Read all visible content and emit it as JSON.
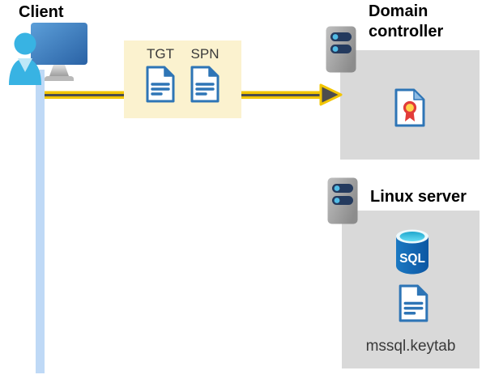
{
  "client": {
    "title": "Client"
  },
  "tickets": {
    "tgt_label": "TGT",
    "spn_label": "SPN"
  },
  "domain_controller": {
    "title": "Domain controller"
  },
  "linux_server": {
    "title": "Linux server",
    "sql_label": "SQL",
    "keytab_label": "mssql.keytab"
  },
  "icons": {
    "client": "client-workstation-icon",
    "ticket_documents": "document-icon",
    "domain_controller": "server-icon",
    "certificate": "certificate-icon",
    "linux_server": "server-icon",
    "database": "sql-database-icon",
    "arrow": "auth-request-arrow-icon"
  },
  "colors": {
    "ticket_box_bg": "#FBF2CF",
    "server_box_bg": "#D9D9D9",
    "arrow_yellow": "#F2C500",
    "arrow_dark": "#4D4D4D",
    "doc_blue": "#2E75B6",
    "line_blue": "#BFD9F6",
    "navy": "#243A5E",
    "text_dark": "#3A3A3A",
    "title_color": "#000000"
  }
}
